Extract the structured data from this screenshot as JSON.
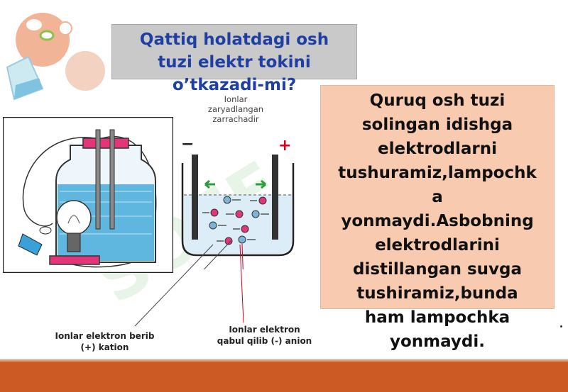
{
  "title": {
    "lines": [
      "Qattiq  holatdagi  osh",
      "tuzi  elektr tokini",
      "o’tkazadi-mi?"
    ]
  },
  "info": {
    "lines": [
      "Quruq  osh  tuzi",
      "solingan idishga",
      "elektrodlarni",
      "tushuramiz,lampochk",
      "a",
      "yonmaydi.Asbobning",
      "elektrodlarini",
      "distillangan  suvga",
      "tushiramiz,bunda",
      "ham  lampochka",
      "yonmaydi."
    ]
  },
  "diagram": {
    "ion_label_lines": [
      "Ionlar",
      "zaryadlangan",
      "zarrachadir"
    ],
    "minus_sign": "−",
    "plus_sign": "+",
    "cation_caption_lines": [
      "Ionlar elektron berib",
      "(+) kation"
    ],
    "anion_caption_lines": [
      "Ionlar elektron",
      "qabul qilib (-) anion"
    ]
  },
  "colors": {
    "title_text": "#1f3fa3",
    "info_box": "#f8cbb1",
    "footer": "#cc5a25",
    "water": "#5fb6de"
  }
}
